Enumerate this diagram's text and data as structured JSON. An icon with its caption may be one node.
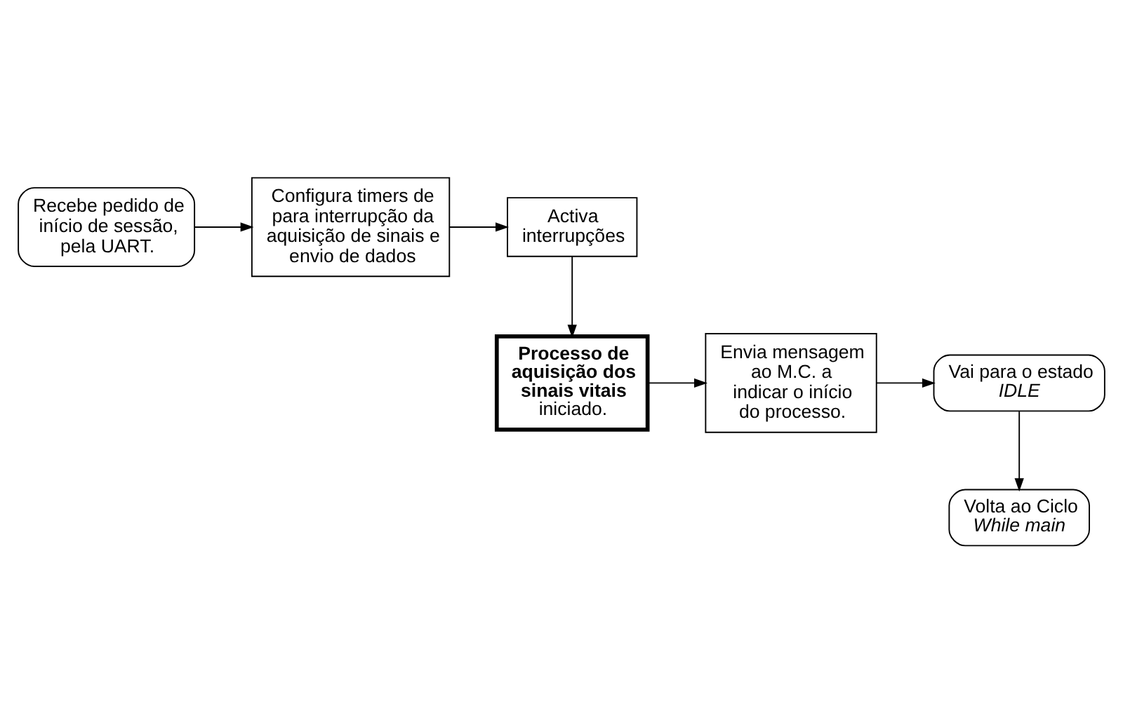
{
  "diagram": {
    "nodes": [
      {
        "text": [
          "Recebe pedido de início de sessão, pela UART."
        ]
      },
      {
        "text": [
          "Configura timers de para interrupção da aquisição de sinais e envio de dados"
        ]
      },
      {
        "text": [
          "Activa interrupções"
        ]
      },
      {
        "text": [
          "**Processo de aquisição dos sinais vitais** iniciado."
        ]
      },
      {
        "text": [
          "Envia mensagem ao M.C. a indicar o início do processo."
        ]
      },
      {
        "text": [
          "Vai para o estado *IDLE*"
        ]
      },
      {
        "text": [
          "Volta ao Ciclo *While main*"
        ]
      }
    ],
    "edges": [
      {
        "from": 0,
        "to": 1,
        "arrow": "to"
      },
      {
        "from": 1,
        "to": 2,
        "arrow": "to"
      },
      {
        "from": 2,
        "to": 3,
        "arrow": "to"
      },
      {
        "from": 3,
        "to": 4,
        "arrow": "to"
      },
      {
        "from": 4,
        "to": 5,
        "arrow": "to"
      },
      {
        "from": 5,
        "to": 6,
        "arrow": "to"
      }
    ]
  }
}
